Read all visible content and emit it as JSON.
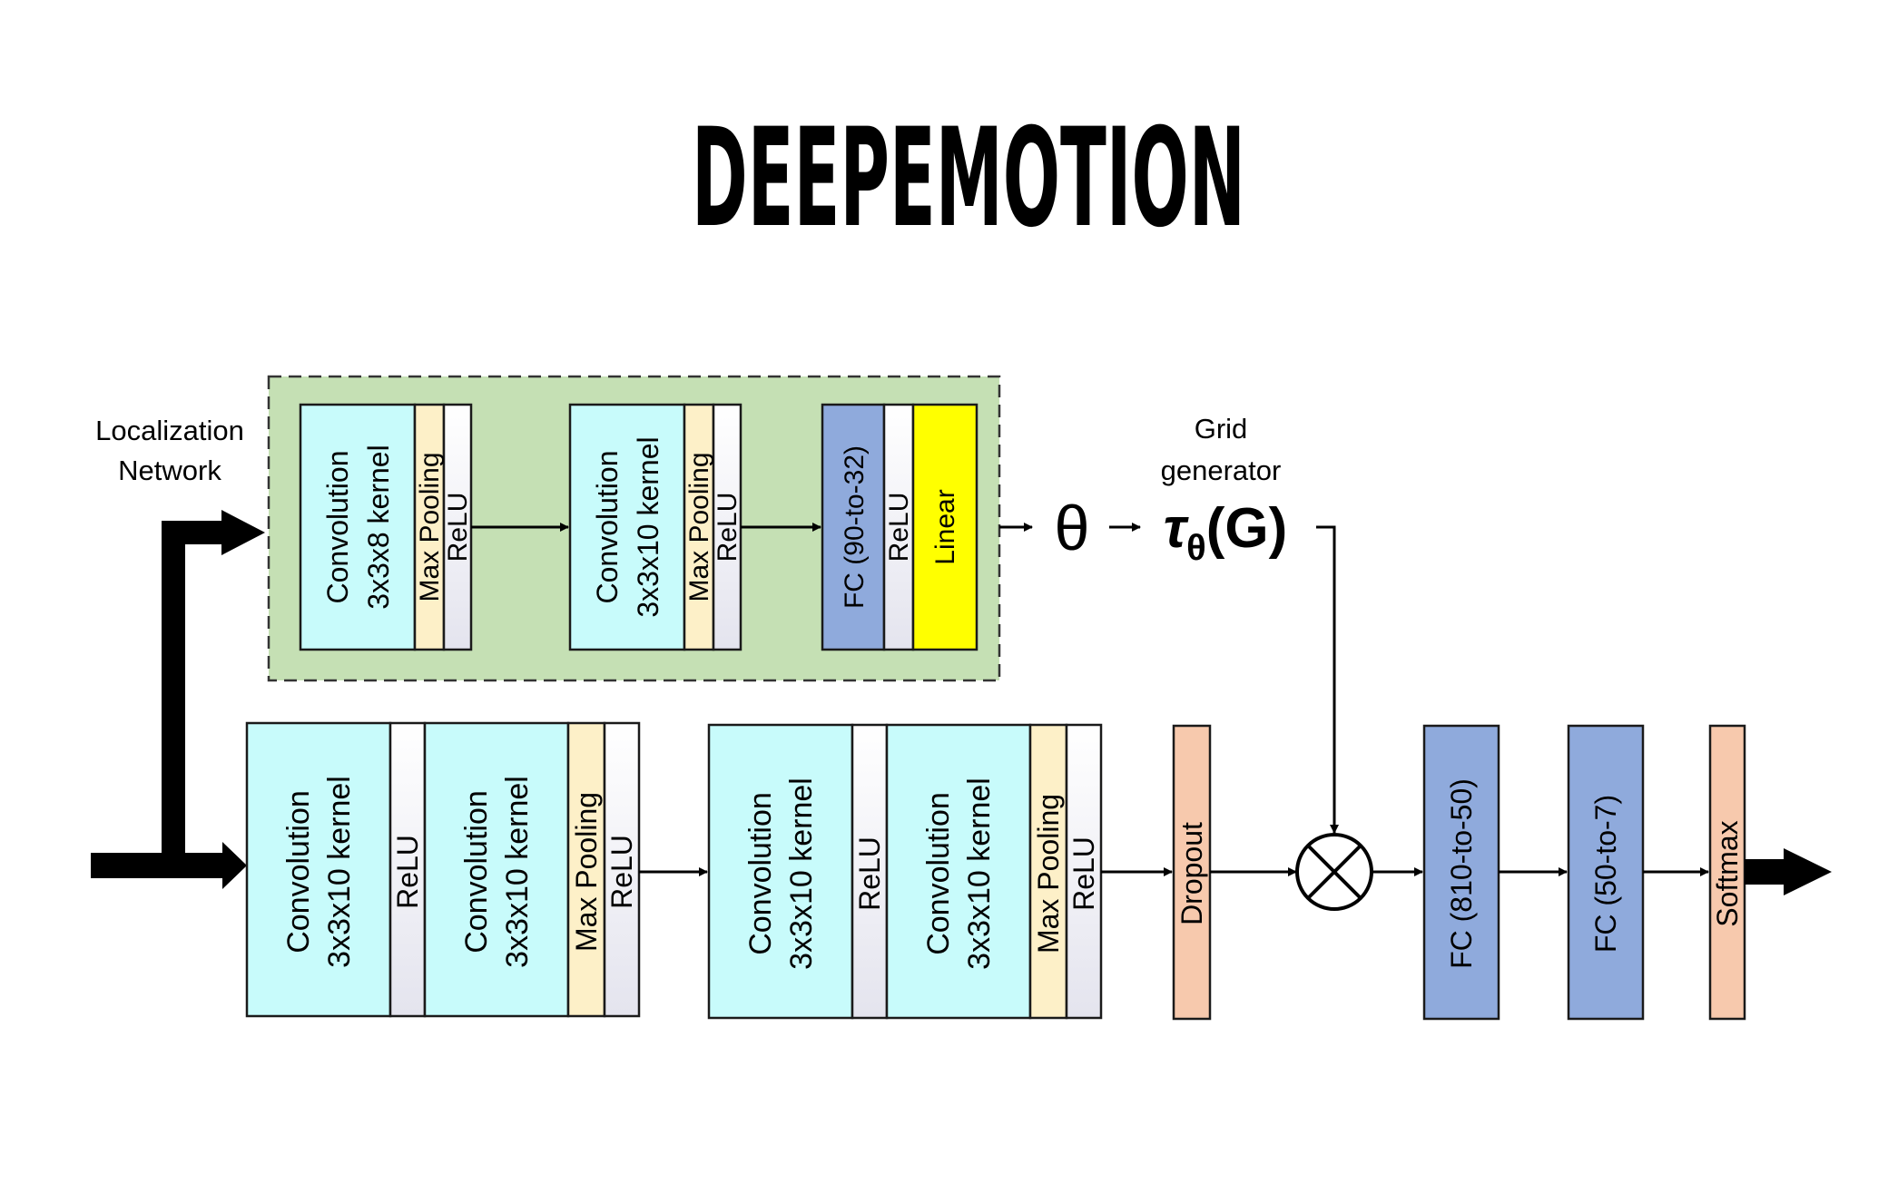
{
  "title": "DEEPEMOTION",
  "colors": {
    "conv": "#c8fbfb",
    "pool": "#fdf0c8",
    "relu": "#f2f2f8",
    "fc": "#8faadc",
    "linear": "#ffff00",
    "dropout": "#f7c9ad",
    "softmax": "#f7c9ad",
    "localization_bg": "#c5e0b4"
  },
  "labels": {
    "localization_line1": "Localization",
    "localization_line2": "Network",
    "grid_line1": "Grid",
    "grid_line2": "generator",
    "theta": "θ",
    "tau": "τ",
    "tau_sub": "θ",
    "tau_arg": "(G)"
  },
  "localization": {
    "conv1": {
      "line1": "Convolution",
      "line2": "3x3x8 kernel"
    },
    "pool1": "Max Pooling",
    "relu1": "ReLU",
    "conv2": {
      "line1": "Convolution",
      "line2": "3x3x10 kernel"
    },
    "pool2": "Max Pooling",
    "relu2": "ReLU",
    "fc": "FC (90-to-32)",
    "relu3": "ReLU",
    "linear": "Linear"
  },
  "main": {
    "conv1": {
      "line1": "Convolution",
      "line2": "3x3x10 kernel"
    },
    "relu1": "ReLU",
    "conv2": {
      "line1": "Convolution",
      "line2": "3x3x10 kernel"
    },
    "pool1": "Max Pooling",
    "relu2": "ReLU",
    "conv3": {
      "line1": "Convolution",
      "line2": "3x3x10 kernel"
    },
    "relu3": "ReLU",
    "conv4": {
      "line1": "Convolution",
      "line2": "3x3x10 kernel"
    },
    "pool2": "Max Pooling",
    "relu4": "ReLU",
    "dropout": "Dropout",
    "fc1": "FC (810-to-50)",
    "fc2": "FC (50-to-7)",
    "softmax": "Softmax"
  }
}
